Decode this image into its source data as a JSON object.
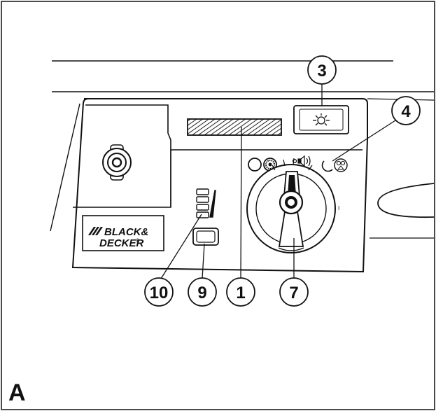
{
  "figure": {
    "label": "A"
  },
  "brand": {
    "line1": "BLACK&",
    "line2": "DECKER",
    "registered": "®"
  },
  "callouts": [
    {
      "id": "c3",
      "label": "3"
    },
    {
      "id": "c4",
      "label": "4"
    },
    {
      "id": "c10",
      "label": "10"
    },
    {
      "id": "c9",
      "label": "9"
    },
    {
      "id": "c1",
      "label": "1"
    },
    {
      "id": "c7",
      "label": "7"
    }
  ],
  "icons": {
    "light": "sun-icon",
    "sound": "speaker-icon",
    "night": "moon-icon",
    "mode": "symbols-icon",
    "lock": "keyhole-icon",
    "level": "level-bars-icon"
  },
  "dial": {
    "mark": "I"
  }
}
